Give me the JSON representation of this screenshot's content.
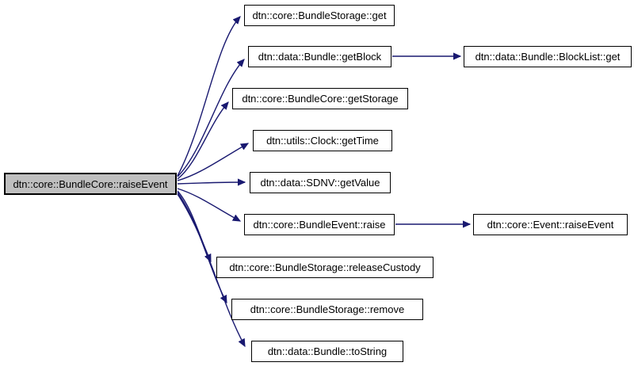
{
  "diagram": {
    "type": "doxygen-call-graph",
    "colors": {
      "edge": "#191970",
      "node_border": "#000000",
      "node_fill": "#ffffff",
      "root_fill": "#bfbfbf",
      "text": "#000000",
      "background": "#ffffff"
    },
    "root": {
      "label": "dtn::core::BundleCore::raiseEvent"
    },
    "callees": [
      {
        "label": "dtn::core::BundleStorage::get"
      },
      {
        "label": "dtn::data::Bundle::getBlock"
      },
      {
        "label": "dtn::core::BundleCore::getStorage"
      },
      {
        "label": "dtn::utils::Clock::getTime"
      },
      {
        "label": "dtn::data::SDNV::getValue"
      },
      {
        "label": "dtn::core::BundleEvent::raise"
      },
      {
        "label": "dtn::core::BundleStorage::releaseCustody"
      },
      {
        "label": "dtn::core::BundleStorage::remove"
      },
      {
        "label": "dtn::data::Bundle::toString"
      }
    ],
    "secondary": [
      {
        "label": "dtn::data::Bundle::BlockList::get",
        "called_by": "dtn::data::Bundle::getBlock"
      },
      {
        "label": "dtn::core::Event::raiseEvent",
        "called_by": "dtn::core::BundleEvent::raise"
      }
    ]
  }
}
